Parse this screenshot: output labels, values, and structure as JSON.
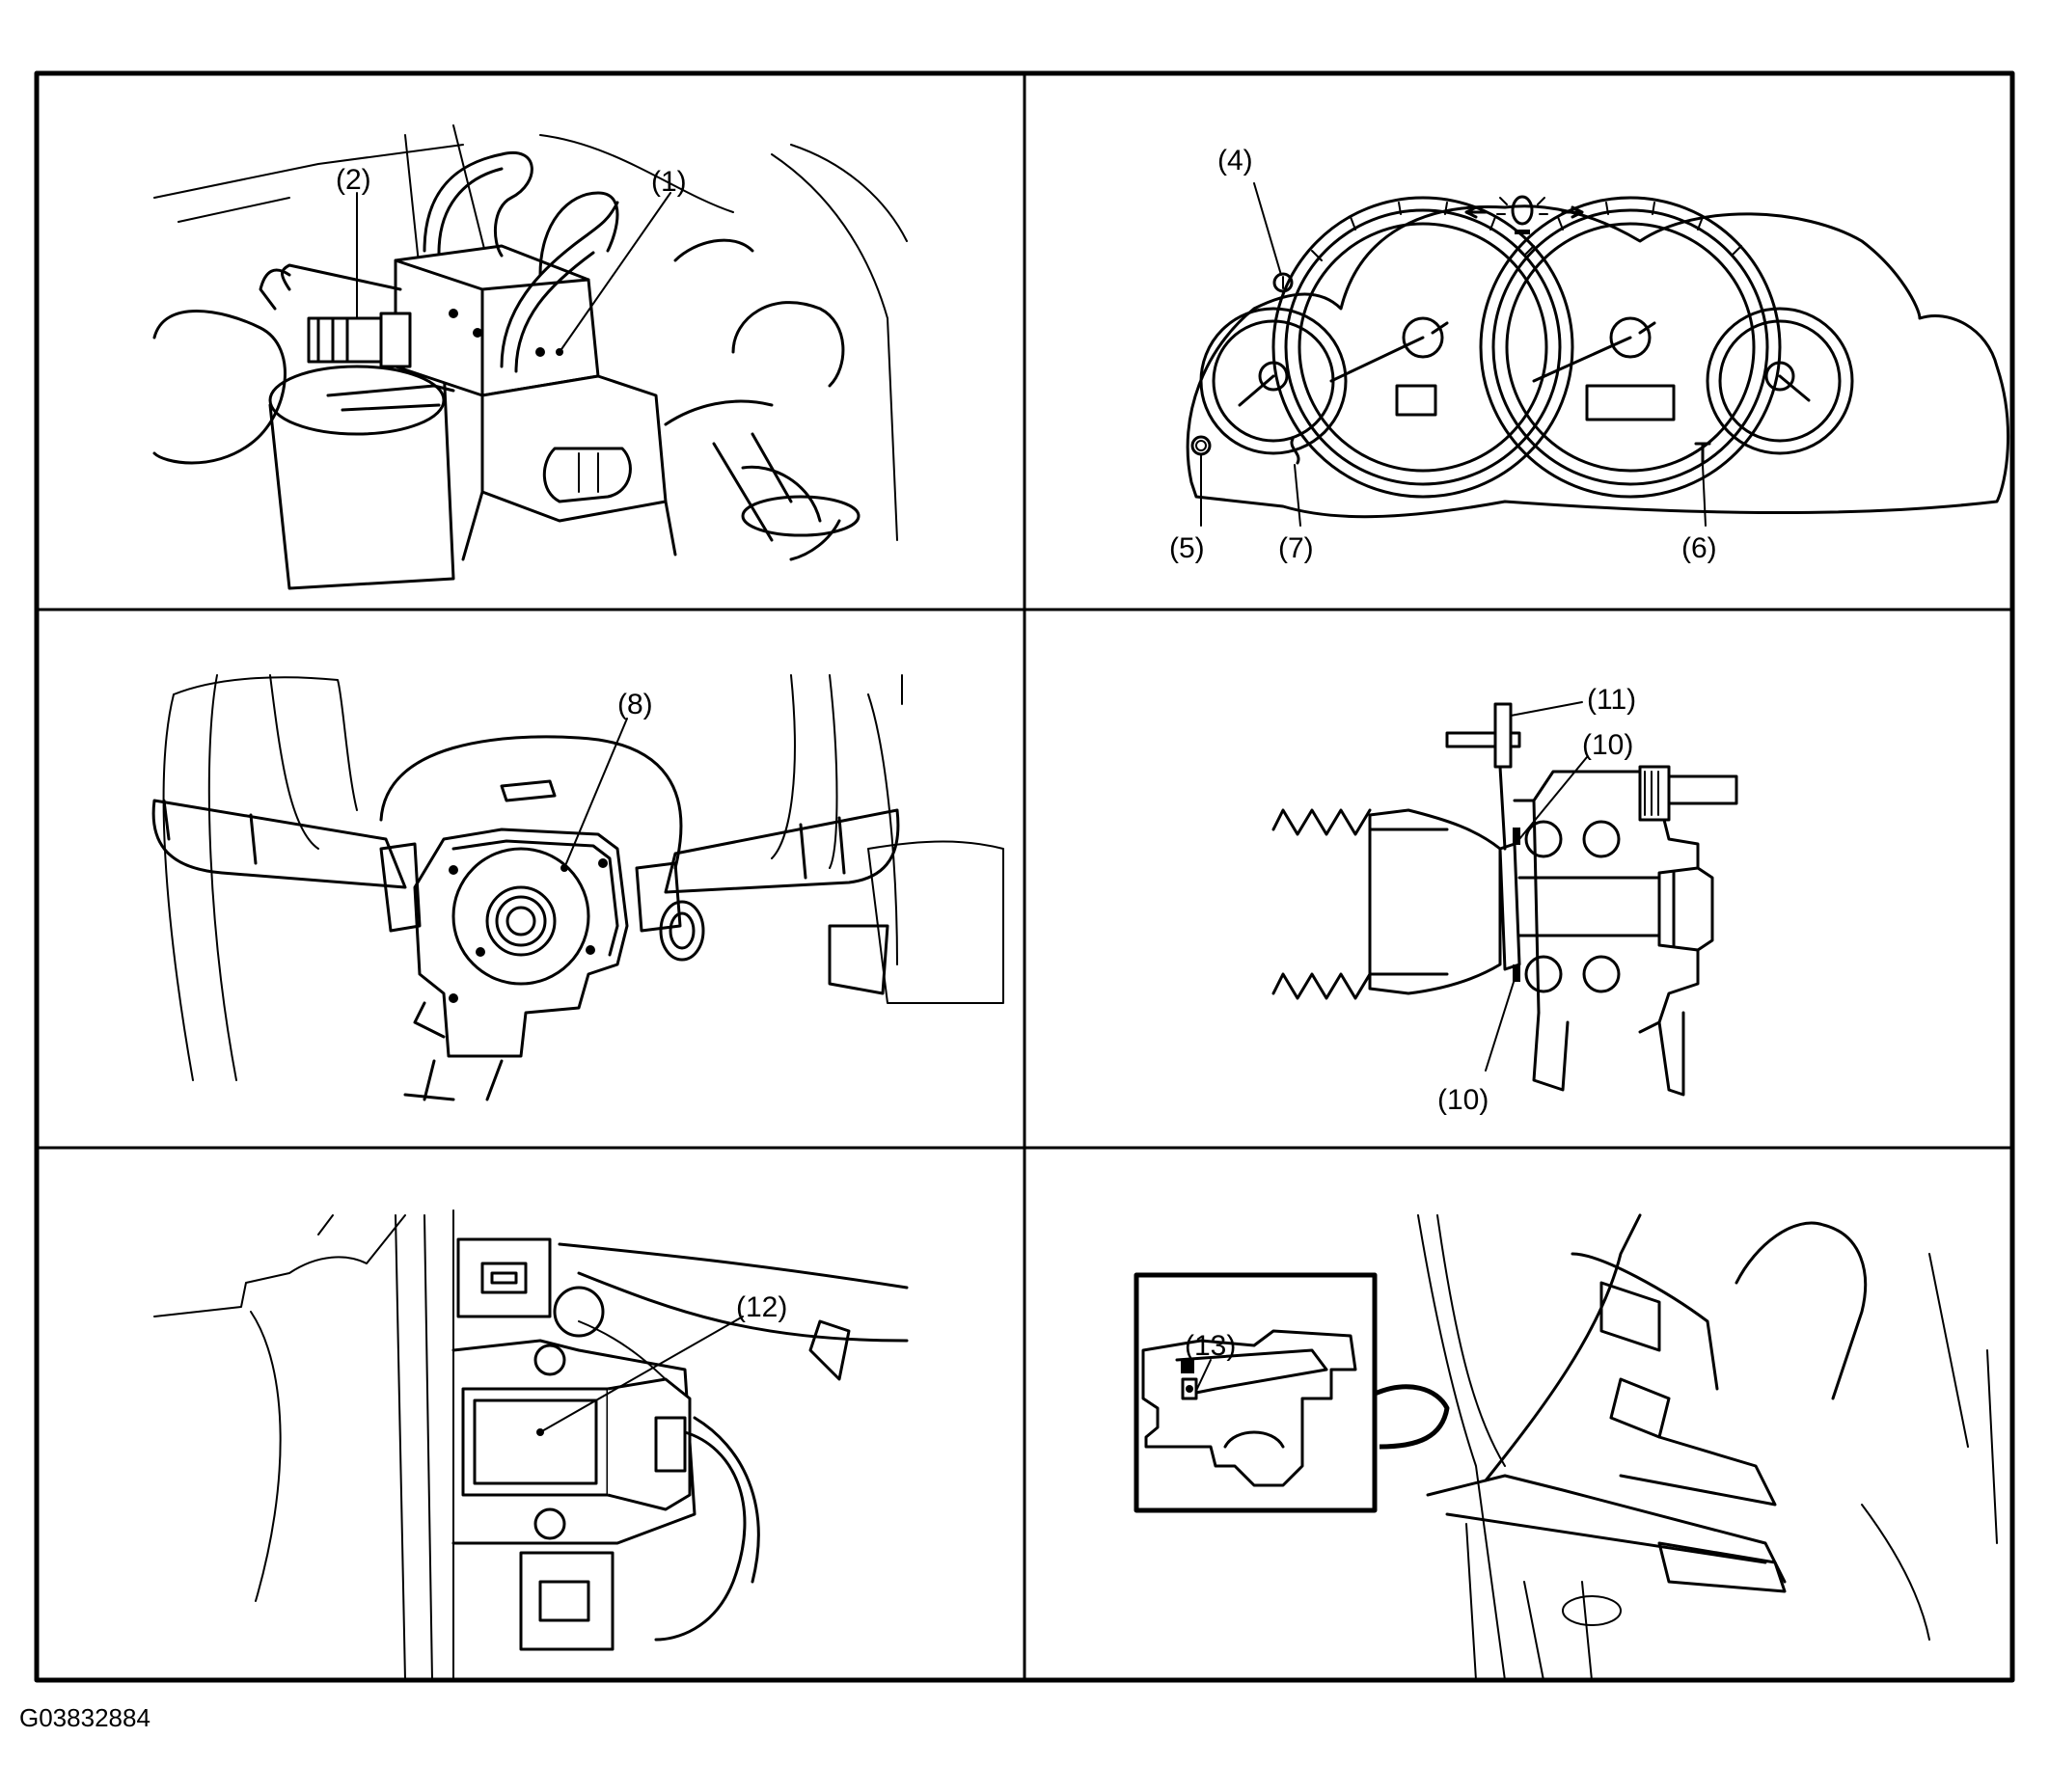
{
  "figure_id": "G03832884",
  "panels": [
    {
      "id": "abs-control-unit",
      "callouts": [
        "(1)",
        "(2)"
      ]
    },
    {
      "id": "combination-meter",
      "callouts": [
        "(4)",
        "(5)",
        "(7)",
        "(6)"
      ]
    },
    {
      "id": "steering-column",
      "callouts": [
        "(8)"
      ]
    },
    {
      "id": "wheel-hub-sensor",
      "callouts": [
        "(11)",
        "(10)",
        "(10)"
      ]
    },
    {
      "id": "under-dash-unit",
      "callouts": [
        "(12)"
      ]
    },
    {
      "id": "footwell-detail",
      "callouts": [
        "(13)"
      ]
    }
  ],
  "colors": {
    "line": "#000000",
    "background": "#ffffff"
  }
}
